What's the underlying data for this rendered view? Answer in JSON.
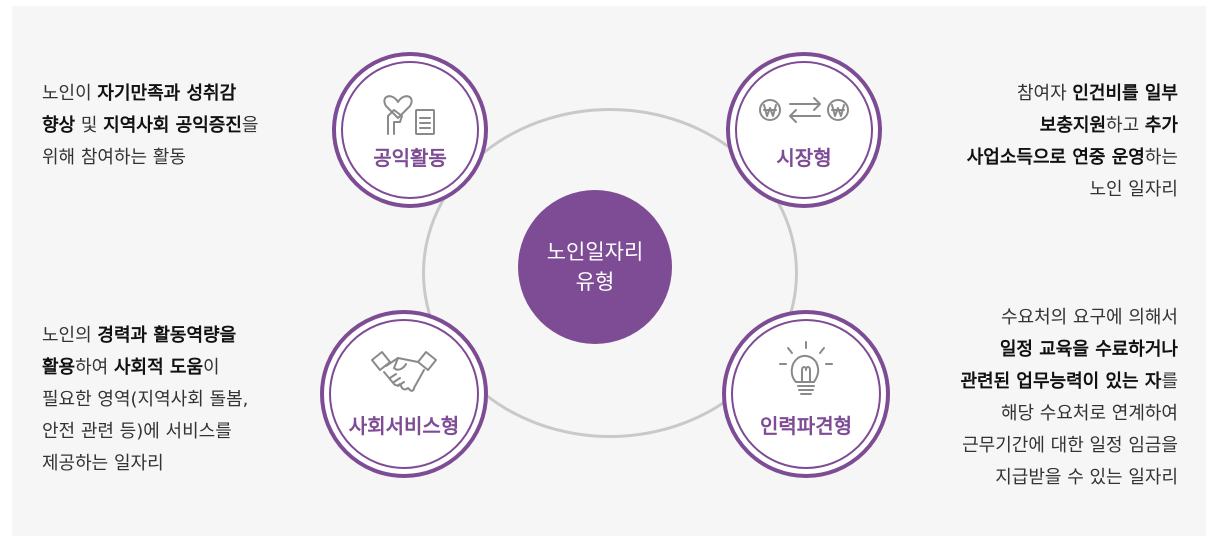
{
  "center": {
    "line1": "노인일자리",
    "line2": "유형"
  },
  "nodes": {
    "public": {
      "label": "공익활동"
    },
    "market": {
      "label": "시장형"
    },
    "social": {
      "label": "사회서비스형"
    },
    "dispatch": {
      "label": "인력파견형"
    }
  },
  "desc_public": {
    "l1a": "노인이 ",
    "l1b": "자기만족과 성취감",
    "l2a": "향상",
    "l2b": " 및 ",
    "l2c": "지역사회 공익증진",
    "l2d": "을",
    "l3": "위해 참여하는 활동"
  },
  "desc_market": {
    "l1a": "참여자 ",
    "l1b": "인건비를 일부",
    "l2a": "보충지원",
    "l2b": "하고 ",
    "l2c": "추가",
    "l3a": "사업소득으로 연중 운영",
    "l3b": "하는",
    "l4": "노인 일자리"
  },
  "desc_social": {
    "l1a": "노인의 ",
    "l1b": "경력과 활동역량을",
    "l2a": "활용",
    "l2b": "하여 ",
    "l2c": "사회적 도움",
    "l2d": "이",
    "l3": "필요한 영역(지역사회 돌봄,",
    "l4": "안전 관련 등)에 서비스를",
    "l5": "제공하는 일자리"
  },
  "desc_dispatch": {
    "l1": "수요처의 요구에 의해서",
    "l2": "일정 교육을 수료하거나",
    "l3a": "관련된 업무능력이 있는 자",
    "l3b": "를",
    "l4": "해당 수요처로 연계하여",
    "l5": "근무기간에 대한 일정 임금을",
    "l6": "지급받을 수 있는 일자리"
  },
  "colors": {
    "accent": "#7e4c95",
    "ring": "#c9c9c9",
    "panel": "#f6f6f6"
  },
  "icons": [
    "heart-hand-document-icon",
    "won-exchange-icon",
    "handshake-icon",
    "lightbulb-icon"
  ]
}
